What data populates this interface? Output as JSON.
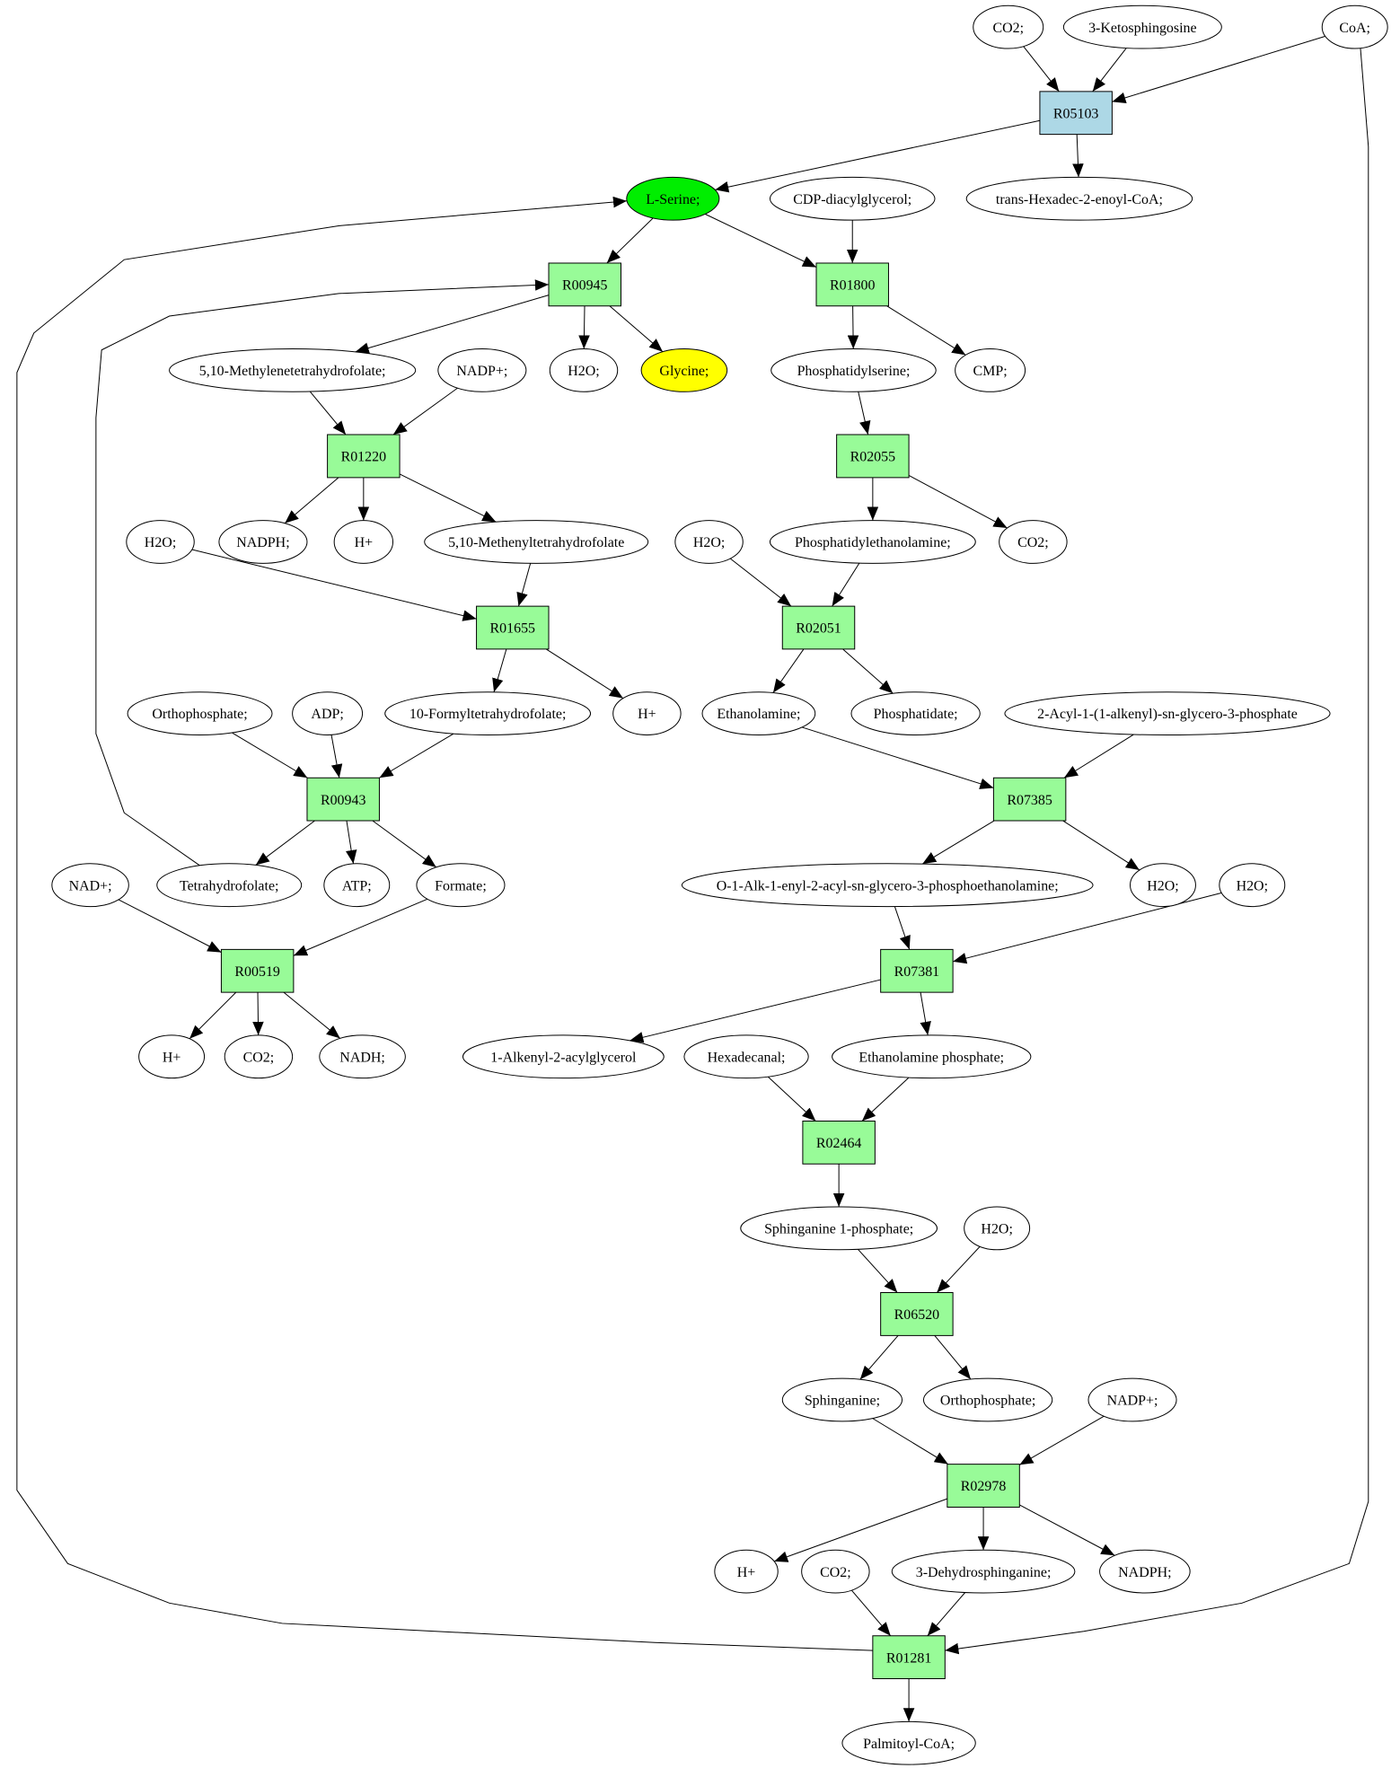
{
  "colors": {
    "reaction": "#98fb98",
    "reaction_highlight": "#add8e6",
    "source_compound": "#00ee00",
    "target_compound": "#ffff00",
    "compound": "#ffffff"
  },
  "nodes": [
    {
      "id": "c_co2_top",
      "label": "CO2;",
      "kind": "compound"
    },
    {
      "id": "c_ketosph",
      "label": "3-Ketosphingosine",
      "kind": "compound"
    },
    {
      "id": "c_coa",
      "label": "CoA;",
      "kind": "compound"
    },
    {
      "id": "r05103",
      "label": "R05103",
      "kind": "reaction_highlight"
    },
    {
      "id": "c_lserine",
      "label": "L-Serine;",
      "kind": "source_compound"
    },
    {
      "id": "c_cdpdag",
      "label": "CDP-diacylglycerol;",
      "kind": "compound"
    },
    {
      "id": "c_transhex",
      "label": "trans-Hexadec-2-enoyl-CoA;",
      "kind": "compound"
    },
    {
      "id": "r00945",
      "label": "R00945",
      "kind": "reaction"
    },
    {
      "id": "r01800",
      "label": "R01800",
      "kind": "reaction"
    },
    {
      "id": "c_mthf",
      "label": "5,10-Methylenetetrahydrofolate;",
      "kind": "compound"
    },
    {
      "id": "c_nadp1",
      "label": "NADP+;",
      "kind": "compound"
    },
    {
      "id": "c_h2o1",
      "label": "H2O;",
      "kind": "compound"
    },
    {
      "id": "c_glycine",
      "label": "Glycine;",
      "kind": "target_compound"
    },
    {
      "id": "c_ptdser",
      "label": "Phosphatidylserine;",
      "kind": "compound"
    },
    {
      "id": "c_cmp",
      "label": "CMP;",
      "kind": "compound"
    },
    {
      "id": "r01220",
      "label": "R01220",
      "kind": "reaction"
    },
    {
      "id": "r02055",
      "label": "R02055",
      "kind": "reaction"
    },
    {
      "id": "c_h2o2",
      "label": "H2O;",
      "kind": "compound"
    },
    {
      "id": "c_nadph1",
      "label": "NADPH;",
      "kind": "compound"
    },
    {
      "id": "c_hplus1",
      "label": "H+",
      "kind": "compound"
    },
    {
      "id": "c_methenyl",
      "label": "5,10-Methenyltetrahydrofolate",
      "kind": "compound"
    },
    {
      "id": "c_h2o3",
      "label": "H2O;",
      "kind": "compound"
    },
    {
      "id": "c_ptdeth",
      "label": "Phosphatidylethanolamine;",
      "kind": "compound"
    },
    {
      "id": "c_co2_2",
      "label": "CO2;",
      "kind": "compound"
    },
    {
      "id": "r01655",
      "label": "R01655",
      "kind": "reaction"
    },
    {
      "id": "r02051",
      "label": "R02051",
      "kind": "reaction"
    },
    {
      "id": "c_orthop1",
      "label": "Orthophosphate;",
      "kind": "compound"
    },
    {
      "id": "c_adp",
      "label": "ADP;",
      "kind": "compound"
    },
    {
      "id": "c_formylthf",
      "label": "10-Formyltetrahydrofolate;",
      "kind": "compound"
    },
    {
      "id": "c_hplus2",
      "label": "H+",
      "kind": "compound"
    },
    {
      "id": "c_ethanolamine",
      "label": "Ethanolamine;",
      "kind": "compound"
    },
    {
      "id": "c_phosphatidate",
      "label": "Phosphatidate;",
      "kind": "compound"
    },
    {
      "id": "c_acylalkenyl",
      "label": "2-Acyl-1-(1-alkenyl)-sn-glycero-3-phosphate",
      "kind": "compound"
    },
    {
      "id": "r00943",
      "label": "R00943",
      "kind": "reaction"
    },
    {
      "id": "r07385",
      "label": "R07385",
      "kind": "reaction"
    },
    {
      "id": "c_nad",
      "label": "NAD+;",
      "kind": "compound"
    },
    {
      "id": "c_thf",
      "label": "Tetrahydrofolate;",
      "kind": "compound"
    },
    {
      "id": "c_atp",
      "label": "ATP;",
      "kind": "compound"
    },
    {
      "id": "c_formate",
      "label": "Formate;",
      "kind": "compound"
    },
    {
      "id": "c_alk1enyl",
      "label": "O-1-Alk-1-enyl-2-acyl-sn-glycero-3-phosphoethanolamine;",
      "kind": "compound"
    },
    {
      "id": "c_h2o4",
      "label": "H2O;",
      "kind": "compound"
    },
    {
      "id": "c_h2o5",
      "label": "H2O;",
      "kind": "compound"
    },
    {
      "id": "r00519",
      "label": "R00519",
      "kind": "reaction"
    },
    {
      "id": "r07381",
      "label": "R07381",
      "kind": "reaction"
    },
    {
      "id": "c_hplus3",
      "label": "H+",
      "kind": "compound"
    },
    {
      "id": "c_co2_3",
      "label": "CO2;",
      "kind": "compound"
    },
    {
      "id": "c_nadh",
      "label": "NADH;",
      "kind": "compound"
    },
    {
      "id": "c_alkenylacylgly",
      "label": "1-Alkenyl-2-acylglycerol",
      "kind": "compound"
    },
    {
      "id": "c_hexadecanal",
      "label": "Hexadecanal;",
      "kind": "compound"
    },
    {
      "id": "c_ethphos",
      "label": "Ethanolamine phosphate;",
      "kind": "compound"
    },
    {
      "id": "r02464",
      "label": "R02464",
      "kind": "reaction"
    },
    {
      "id": "c_sph1p",
      "label": "Sphinganine 1-phosphate;",
      "kind": "compound"
    },
    {
      "id": "c_h2o6",
      "label": "H2O;",
      "kind": "compound"
    },
    {
      "id": "r06520",
      "label": "R06520",
      "kind": "reaction"
    },
    {
      "id": "c_sphinganine",
      "label": "Sphinganine;",
      "kind": "compound"
    },
    {
      "id": "c_orthop2",
      "label": "Orthophosphate;",
      "kind": "compound"
    },
    {
      "id": "c_nadp2",
      "label": "NADP+;",
      "kind": "compound"
    },
    {
      "id": "r02978",
      "label": "R02978",
      "kind": "reaction"
    },
    {
      "id": "c_hplus4",
      "label": "H+",
      "kind": "compound"
    },
    {
      "id": "c_co2_4",
      "label": "CO2;",
      "kind": "compound"
    },
    {
      "id": "c_dehydrosph",
      "label": "3-Dehydrosphinganine;",
      "kind": "compound"
    },
    {
      "id": "c_nadph2",
      "label": "NADPH;",
      "kind": "compound"
    },
    {
      "id": "r01281",
      "label": "R01281",
      "kind": "reaction"
    },
    {
      "id": "c_palmitoyl",
      "label": "Palmitoyl-CoA;",
      "kind": "compound"
    }
  ],
  "edges": [
    [
      "c_co2_top",
      "r05103"
    ],
    [
      "c_ketosph",
      "r05103"
    ],
    [
      "c_coa",
      "r05103"
    ],
    [
      "r05103",
      "c_lserine"
    ],
    [
      "r05103",
      "c_transhex"
    ],
    [
      "c_lserine",
      "r00945"
    ],
    [
      "c_lserine",
      "r01800"
    ],
    [
      "c_cdpdag",
      "r01800"
    ],
    [
      "r00945",
      "c_mthf"
    ],
    [
      "r00945",
      "c_h2o1"
    ],
    [
      "r00945",
      "c_glycine"
    ],
    [
      "r01800",
      "c_ptdser"
    ],
    [
      "r01800",
      "c_cmp"
    ],
    [
      "c_mthf",
      "r01220"
    ],
    [
      "c_nadp1",
      "r01220"
    ],
    [
      "r01220",
      "c_nadph1"
    ],
    [
      "r01220",
      "c_hplus1"
    ],
    [
      "r01220",
      "c_methenyl"
    ],
    [
      "c_ptdser",
      "r02055"
    ],
    [
      "r02055",
      "c_ptdeth"
    ],
    [
      "r02055",
      "c_co2_2"
    ],
    [
      "c_h2o2",
      "r01655"
    ],
    [
      "c_methenyl",
      "r01655"
    ],
    [
      "r01655",
      "c_formylthf"
    ],
    [
      "r01655",
      "c_hplus2"
    ],
    [
      "c_h2o3",
      "r02051"
    ],
    [
      "c_ptdeth",
      "r02051"
    ],
    [
      "r02051",
      "c_ethanolamine"
    ],
    [
      "r02051",
      "c_phosphatidate"
    ],
    [
      "c_orthop1",
      "r00943"
    ],
    [
      "c_adp",
      "r00943"
    ],
    [
      "c_formylthf",
      "r00943"
    ],
    [
      "r00943",
      "c_thf"
    ],
    [
      "r00943",
      "c_atp"
    ],
    [
      "r00943",
      "c_formate"
    ],
    [
      "c_thf",
      "r00945"
    ],
    [
      "c_ethanolamine",
      "r07385"
    ],
    [
      "c_acylalkenyl",
      "r07385"
    ],
    [
      "r07385",
      "c_alk1enyl"
    ],
    [
      "r07385",
      "c_h2o4"
    ],
    [
      "c_nad",
      "r00519"
    ],
    [
      "c_formate",
      "r00519"
    ],
    [
      "r00519",
      "c_hplus3"
    ],
    [
      "r00519",
      "c_co2_3"
    ],
    [
      "r00519",
      "c_nadh"
    ],
    [
      "c_alk1enyl",
      "r07381"
    ],
    [
      "c_h2o5",
      "r07381"
    ],
    [
      "r07381",
      "c_alkenylacylgly"
    ],
    [
      "r07381",
      "c_ethphos"
    ],
    [
      "c_hexadecanal",
      "r02464"
    ],
    [
      "c_ethphos",
      "r02464"
    ],
    [
      "r02464",
      "c_sph1p"
    ],
    [
      "c_sph1p",
      "r06520"
    ],
    [
      "c_h2o6",
      "r06520"
    ],
    [
      "r06520",
      "c_sphinganine"
    ],
    [
      "r06520",
      "c_orthop2"
    ],
    [
      "c_sphinganine",
      "r02978"
    ],
    [
      "c_nadp2",
      "r02978"
    ],
    [
      "r02978",
      "c_hplus4"
    ],
    [
      "r02978",
      "c_dehydrosph"
    ],
    [
      "r02978",
      "c_nadph2"
    ],
    [
      "c_co2_4",
      "r01281"
    ],
    [
      "c_dehydrosph",
      "r01281"
    ],
    [
      "c_coa",
      "r01281"
    ],
    [
      "r01281",
      "c_lserine"
    ],
    [
      "r01281",
      "c_palmitoyl"
    ]
  ]
}
